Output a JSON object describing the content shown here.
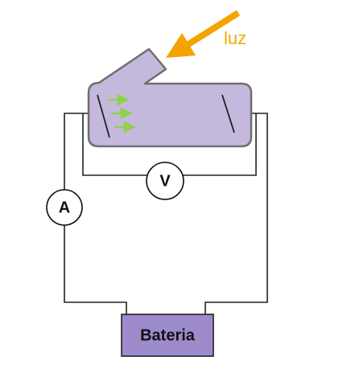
{
  "labels": {
    "light": "luz",
    "voltmeter": "V",
    "ammeter": "A",
    "battery": "Bateria"
  },
  "colors": {
    "tube_fill": "#c4b8dc",
    "tube_stroke": "#6e6e6e",
    "battery_fill": "#9d8bcc",
    "battery_stroke": "#222222",
    "light_arrow": "#f5a300",
    "electron_arrows": "#8fd14f",
    "wire": "#222222"
  }
}
